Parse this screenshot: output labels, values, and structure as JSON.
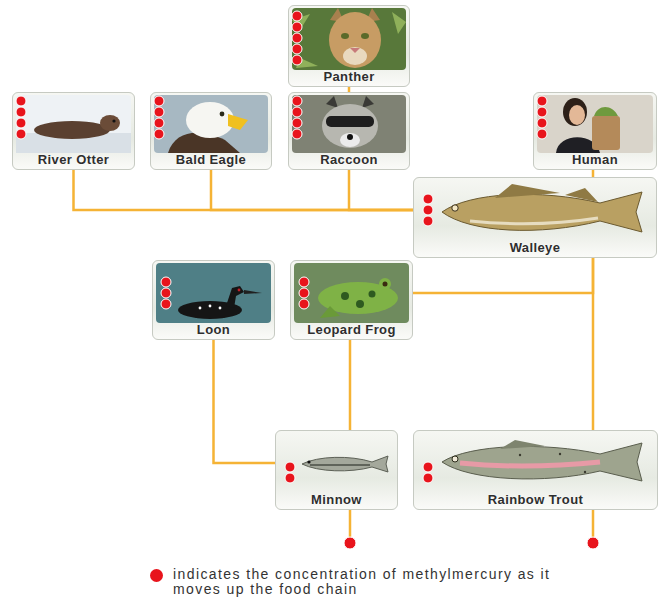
{
  "diagram": {
    "nodes": [
      {
        "text": [
          "Panther"
        ]
      },
      {
        "text": [
          "River Otter"
        ]
      },
      {
        "text": [
          "Bald Eagle"
        ]
      },
      {
        "text": [
          "Raccoon"
        ]
      },
      {
        "text": [
          "Human"
        ]
      },
      {
        "text": [
          "Walleye"
        ]
      },
      {
        "text": [
          "Loon"
        ]
      },
      {
        "text": [
          "Leopard Frog"
        ]
      },
      {
        "text": [
          "Minnow"
        ]
      },
      {
        "text": [
          "Rainbow Trout"
        ]
      }
    ],
    "edges": [
      {
        "from": 3,
        "to": 0,
        "arrow": "none"
      },
      {
        "from": 5,
        "to": 1,
        "arrow": "none"
      },
      {
        "from": 5,
        "to": 2,
        "arrow": "none"
      },
      {
        "from": 5,
        "to": 3,
        "arrow": "none"
      },
      {
        "from": 5,
        "to": 4,
        "arrow": "none"
      },
      {
        "from": 9,
        "to": 5,
        "arrow": "none"
      },
      {
        "from": 7,
        "to": 5,
        "arrow": "none"
      },
      {
        "from": 8,
        "to": 6,
        "arrow": "none"
      },
      {
        "from": 8,
        "to": 7,
        "arrow": "none"
      }
    ],
    "legend": [
      {
        "text": "indicates the concentration of methylmercury as it moves up the food chain",
        "color": "#e8141c"
      }
    ]
  }
}
